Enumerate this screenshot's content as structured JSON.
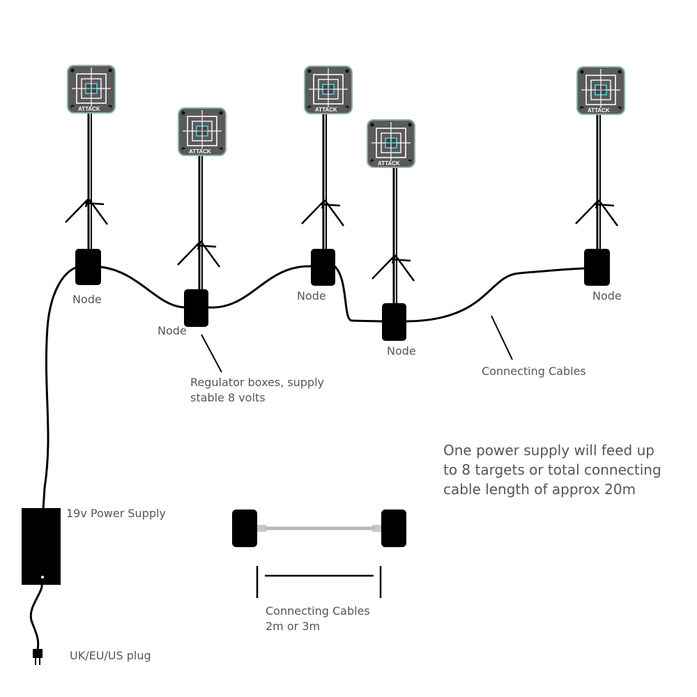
{
  "labels": {
    "node_1": "Node",
    "node_2": "Node",
    "node_3": "Node",
    "node_4": "Node",
    "node_5": "Node",
    "regulator_line1": "Regulator boxes, supply",
    "regulator_line2": "stable 8 volts",
    "connecting_cables": "Connecting Cables",
    "info_line1": "One power supply will feed up",
    "info_line2": "to 8 targets or total connecting",
    "info_line3": "cable length of  approx 20m",
    "power_supply": "19v Power Supply",
    "cable_detail_line1": "Connecting Cables",
    "cable_detail_line2": "2m or 3m",
    "plug": "UK/EU/US plug"
  },
  "target_brand": "ATTACK",
  "colors": {
    "target_panel": "#5a5a5a",
    "target_border": "#8fb0b0",
    "target_accent": "#5fc8d0",
    "brand_red": "#d8202a",
    "cable": "#000000",
    "short_cable": "#b8b8b8",
    "label_text": "#555555"
  }
}
